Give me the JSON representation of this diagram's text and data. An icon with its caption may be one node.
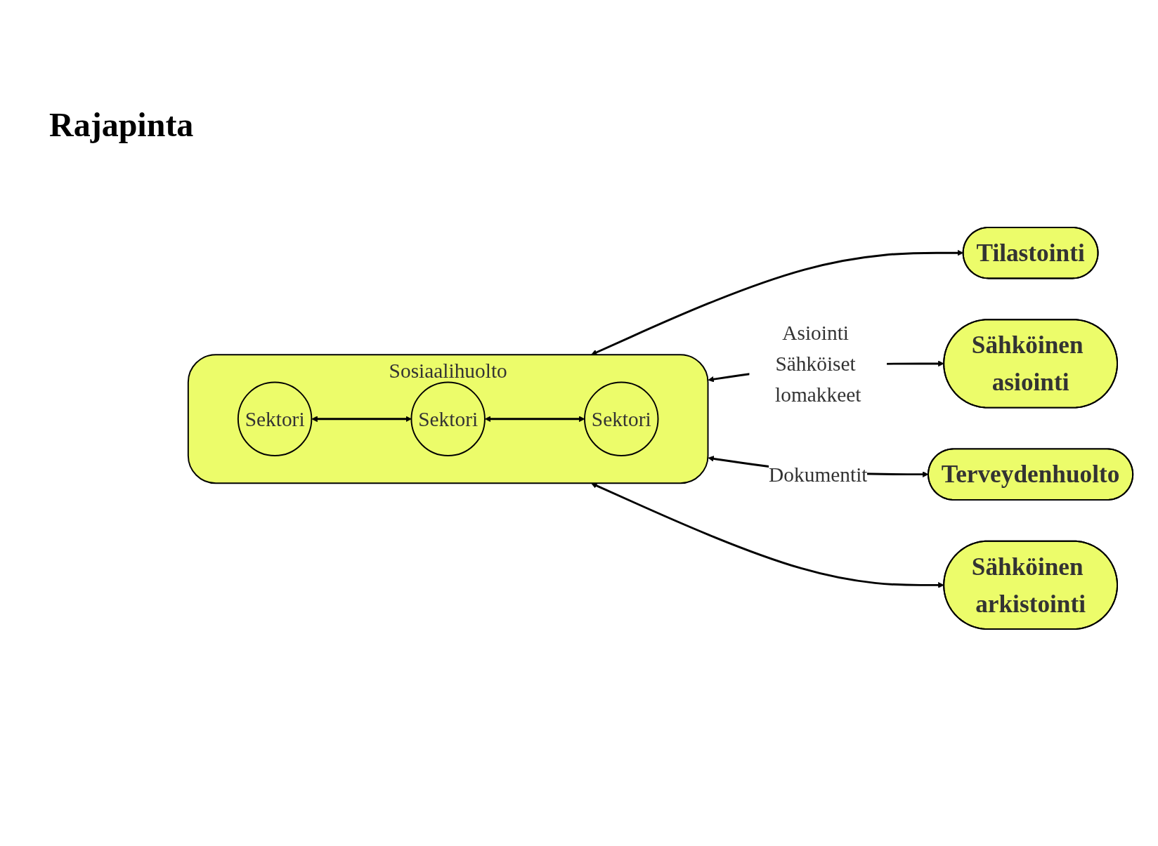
{
  "diagram": {
    "nodes": [
      {
        "text": [
          "Tilastointi"
        ]
      },
      {
        "text": [
          "Sähköinen asiointi"
        ]
      },
      {
        "text": [
          "Sosiaalihuolto"
        ]
      },
      {
        "text": [
          "Sektori"
        ],
        "in": 2
      },
      {
        "text": [
          "Sektori"
        ],
        "in": 2
      },
      {
        "text": [
          "Sektori"
        ],
        "in": 2
      },
      {
        "text": [
          "Terveydenhuolto"
        ]
      },
      {
        "text": [
          "Sähköinen arkistointi"
        ]
      }
    ],
    "edges": [
      {
        "from": 2,
        "to": 0,
        "arrow": "both"
      },
      {
        "from": 2,
        "to": 1,
        "arrow": "both",
        "label": "Asiointi Sähköiset lomakkeet"
      },
      {
        "from": 3,
        "to": 4,
        "arrow": "both"
      },
      {
        "from": 4,
        "to": 5,
        "arrow": "both"
      },
      {
        "from": 2,
        "to": 6,
        "arrow": "both",
        "label": "Dokumentit"
      },
      {
        "from": 2,
        "to": 7,
        "arrow": "both"
      }
    ],
    "labels": [
      "Rajapinta"
    ]
  }
}
